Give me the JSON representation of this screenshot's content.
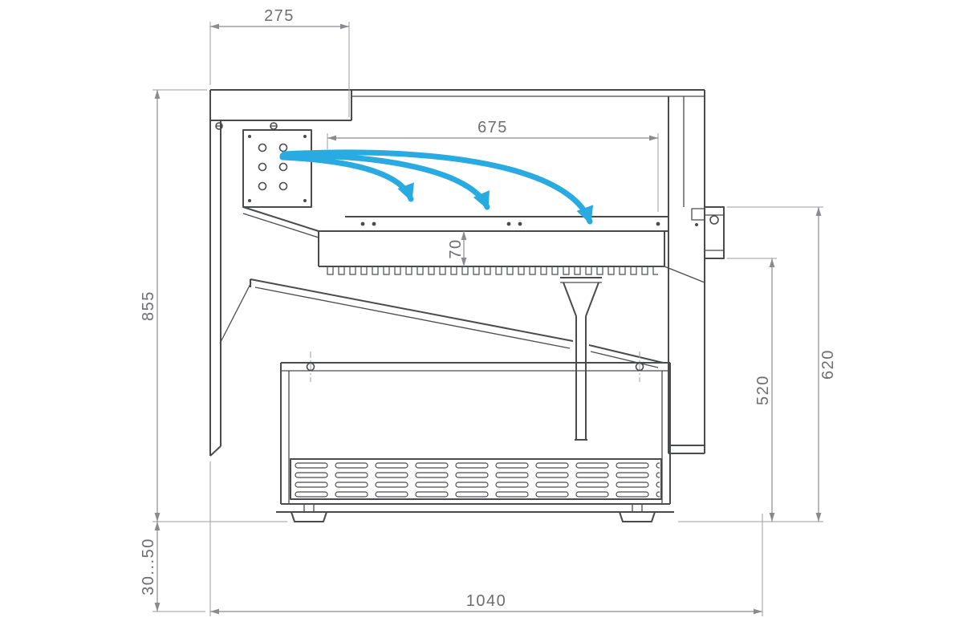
{
  "drawing": {
    "subject": "refrigerated-display-counter-cross-section",
    "colors": {
      "outline": "#4a4b4d",
      "dimension_lines": "#8a8b8e",
      "dimension_text": "#6d6e71",
      "airflow_arrow": "#29abe2",
      "background": "#ffffff"
    },
    "dimensions": {
      "canopy_depth": "275",
      "air_throw": "675",
      "deck_thickness": "70",
      "overall_height": "855",
      "rear_lower_height": "520",
      "rear_height": "620",
      "leg_adjustment": "30...50",
      "overall_depth": "1040"
    }
  }
}
